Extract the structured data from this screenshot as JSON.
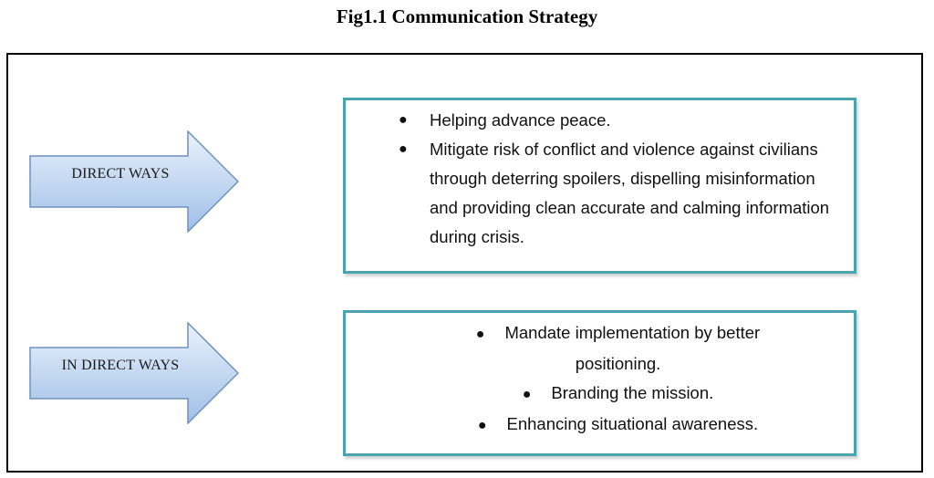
{
  "figure_title": "Fig1.1 Communication Strategy",
  "colors": {
    "arrow_fill_light": "#e8f1fb",
    "arrow_fill_dark": "#9dbde6",
    "arrow_stroke": "#6f90bd",
    "box_border": "#4aa3ae"
  },
  "rows": [
    {
      "arrow_label": "DIRECT WAYS",
      "items": [
        "Helping advance peace.",
        "Mitigate risk of conflict and violence against civilians through deterring spoilers, dispelling misinformation and providing clean accurate and calming information during crisis."
      ]
    },
    {
      "arrow_label": "IN DIRECT WAYS",
      "items": [
        "Mandate implementation by better positioning.",
        "Branding the mission.",
        "Enhancing situational awareness."
      ]
    }
  ]
}
